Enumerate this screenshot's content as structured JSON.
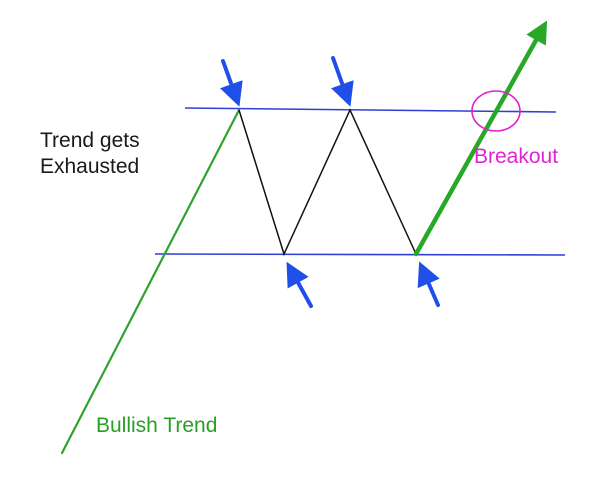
{
  "labels": {
    "trend_exhausted_line1": "Trend gets",
    "trend_exhausted_line2": "Exhausted",
    "breakout": "Breakout",
    "bullish_trend": "Bullish Trend"
  },
  "colors": {
    "bullish_trend_line": "#2ea42e",
    "breakout_arrow": "#27a827",
    "support_resistance_lines": "#2f3fd6",
    "zigzag_pattern": "#111111",
    "pointer_arrows": "#1f4fe8",
    "breakout_circle": "#e020d0",
    "breakout_label": "#e024d4",
    "bullish_label": "#26a126"
  },
  "icons": {
    "pointer": "arrow-icon",
    "breakout_marker": "circle-icon"
  }
}
